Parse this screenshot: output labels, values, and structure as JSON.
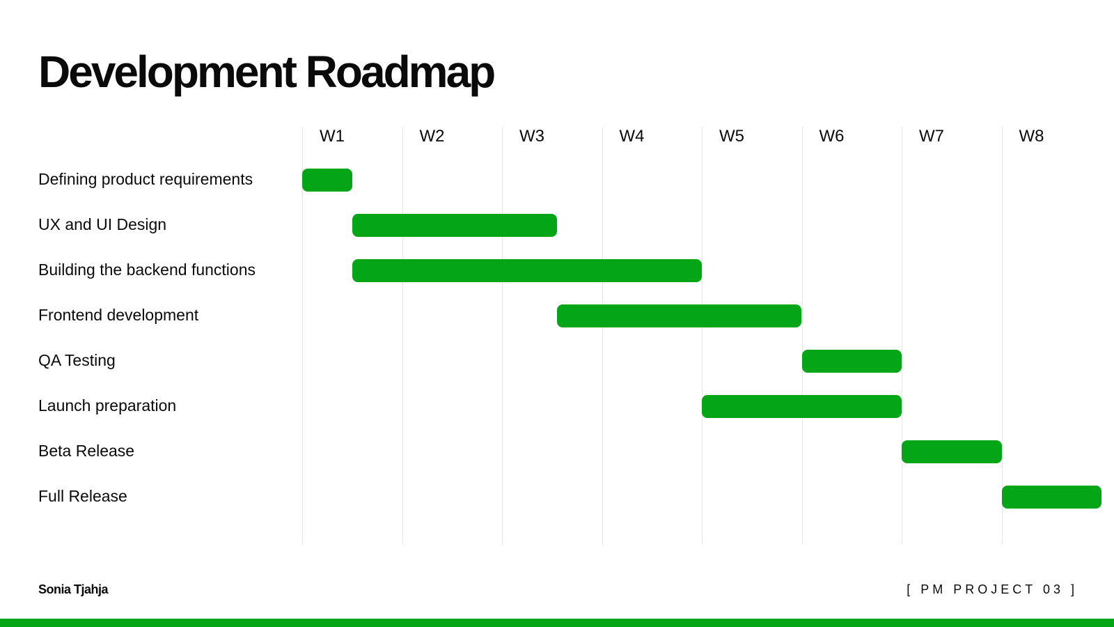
{
  "slide": {
    "title": "Development Roadmap",
    "author": "Sonia Tjahja",
    "project_tag": "[ PM PROJECT 03 ]"
  },
  "colors": {
    "bar": "#04a516",
    "accent": "#04a516",
    "grid": "#e6e6e6",
    "text": "#0a0a0a"
  },
  "chart_data": {
    "type": "gantt",
    "title": "Development Roadmap",
    "x_unit": "week",
    "weeks": [
      "W1",
      "W2",
      "W3",
      "W4",
      "W5",
      "W6",
      "W7",
      "W8"
    ],
    "xlim": [
      1,
      9
    ],
    "grid": true,
    "tasks": [
      {
        "name": "Defining product requirements",
        "start": 1.0,
        "end": 1.5
      },
      {
        "name": "UX and UI Design",
        "start": 1.5,
        "end": 3.55
      },
      {
        "name": "Building the backend functions",
        "start": 1.5,
        "end": 5.0
      },
      {
        "name": "Frontend development",
        "start": 3.55,
        "end": 6.0
      },
      {
        "name": "QA Testing",
        "start": 6.0,
        "end": 7.0
      },
      {
        "name": "Launch preparation",
        "start": 5.0,
        "end": 7.0
      },
      {
        "name": "Beta Release",
        "start": 7.0,
        "end": 8.0
      },
      {
        "name": "Full Release",
        "start": 8.0,
        "end": 9.0
      }
    ]
  }
}
